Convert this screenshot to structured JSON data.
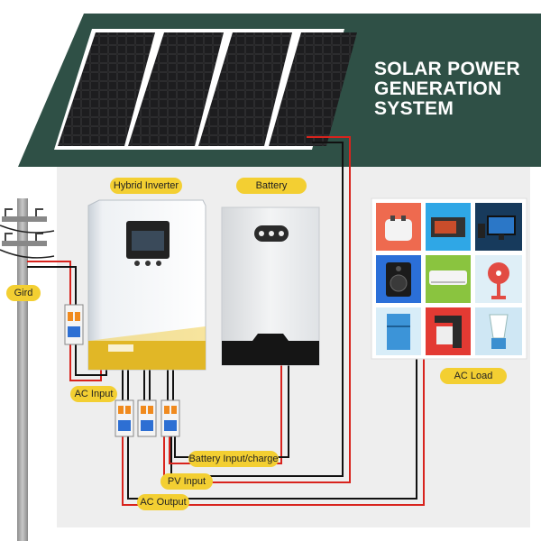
{
  "title": {
    "line1": "SOLAR POWER",
    "line2": "GENERATION",
    "line3": "SYSTEM"
  },
  "labels": {
    "hybrid_inverter": "Hybrid Inverter",
    "battery": "Battery",
    "grid": "Gird",
    "ac_input": "AC Input",
    "ac_load": "AC Load",
    "battery_input": "Battery Input/charge",
    "pv_input": "PV Input",
    "ac_output": "AC Output"
  },
  "colors": {
    "roof": "#2f5046",
    "backdrop": "#eeeeee",
    "label_pill": "#f3cf32",
    "wire_red": "#d8231d",
    "wire_black": "#111111",
    "inverter_accent": "#e1b726"
  },
  "icons": {
    "panels": "solar-panel-icon",
    "grid": "utility-pole-icon",
    "breaker": "circuit-breaker-icon",
    "appliances": [
      "toaster-icon",
      "microwave-icon",
      "monitor-icon",
      "speaker-icon",
      "air-conditioner-icon",
      "fan-icon",
      "refrigerator-icon",
      "coffee-maker-icon",
      "blender-icon"
    ]
  }
}
